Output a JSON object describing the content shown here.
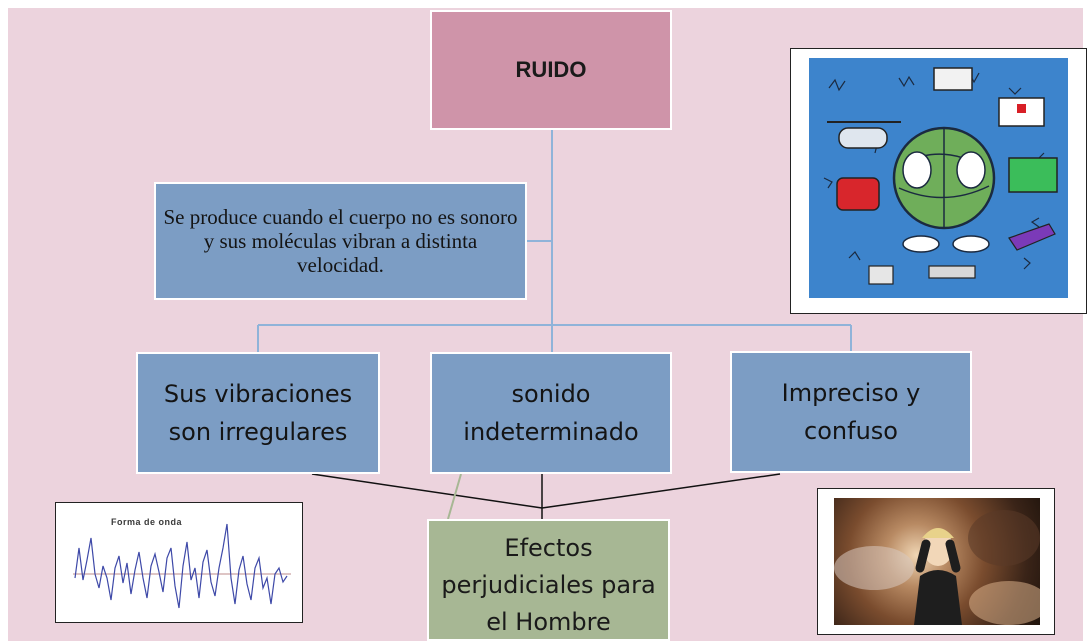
{
  "diagram": {
    "title": "RUIDO",
    "description": "Se produce cuando el cuerpo no es sonoro y sus moléculas vibran a distinta velocidad.",
    "branches": [
      "Sus vibraciones son irregulares",
      "sonido indeterminado",
      "Impreciso y confuso"
    ],
    "effects": "Efectos perjudiciales para el Hombre"
  },
  "images": {
    "waveform_caption": "Forma de onda",
    "noise_illustration": "planet-noise-illustration",
    "stressed_person_photo": "person-covering-ears-photo"
  },
  "colors": {
    "background": "#ecd3dd",
    "title_box": "#cf94a9",
    "branch_box": "#7c9dc4",
    "effects_box": "#a7b794",
    "connector": "#8fb3d9"
  }
}
